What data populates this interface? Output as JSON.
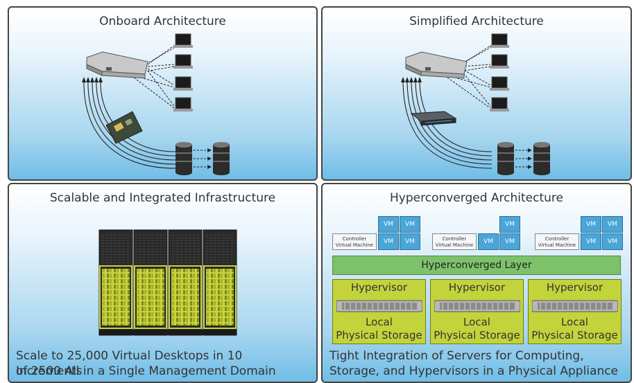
{
  "panels": {
    "onboard": {
      "title": "Onboard Architecture"
    },
    "simplified": {
      "title": "Simplified Architecture"
    },
    "scalable": {
      "title": "Scalable and Integrated Infrastructure",
      "caption_line1": "Scale to 25,000 Virtual Desktops in 10 Increments",
      "caption_line2": "of 2500 All in a Single Management Domain"
    },
    "hyperconverged": {
      "title": "Hyperconverged Architecture",
      "vm_label": "VM",
      "controller_line1": "Controller",
      "controller_line2": "Virtual Machine",
      "layer_label": "Hyperconverged Layer",
      "hypervisor_label": "Hypervisor",
      "storage_line1": "Local",
      "storage_line2": "Physical Storage",
      "caption_line1": "Tight Integration of Servers for Computing,",
      "caption_line2": "Storage, and Hypervisors in a Physical Appliance"
    }
  },
  "colors": {
    "vm_blue": "#4aa6d8",
    "hyperconverged_green": "#7dc26b",
    "node_yellow_green": "#c3d33c",
    "panel_blue": "#6fbde6"
  }
}
